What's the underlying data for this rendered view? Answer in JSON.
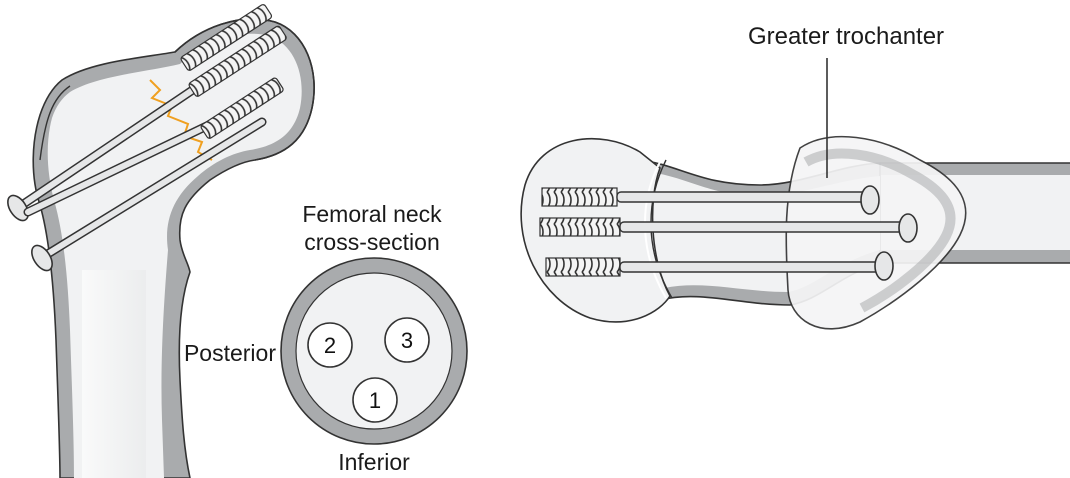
{
  "labels": {
    "greater_trochanter": "Greater trochanter",
    "neck_title_line1": "Femoral neck",
    "neck_title_line2": "cross-section",
    "posterior": "Posterior",
    "inferior": "Inferior"
  },
  "screw_numbers": [
    "2",
    "3",
    "1"
  ],
  "colors": {
    "bone_fill": "#f1f2f3",
    "cortex": "#a9abad",
    "outline": "#333333",
    "fracture_line": "#f0a020",
    "screw": "#e6e7e8"
  }
}
